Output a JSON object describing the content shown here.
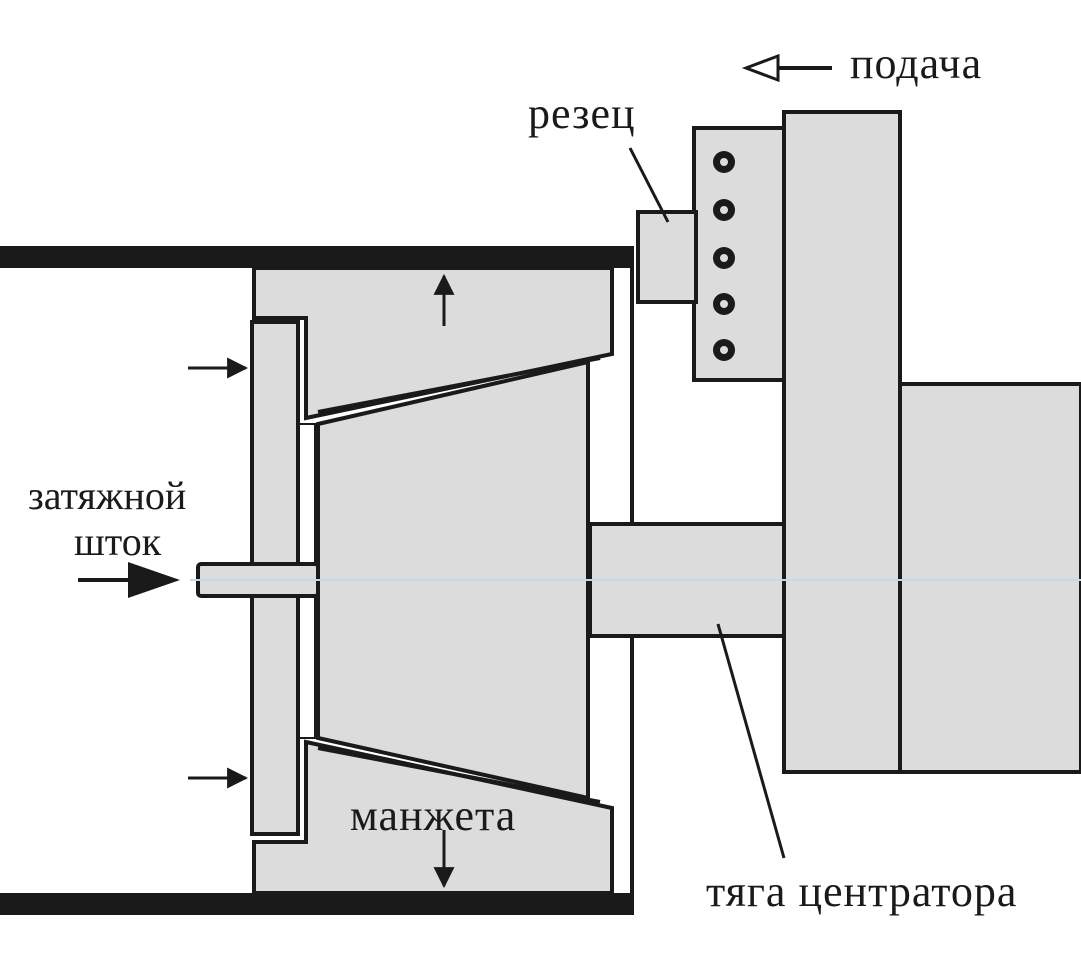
{
  "labels": {
    "feed": "подача",
    "cutter": "резец",
    "drawbar_line1": "затяжной",
    "drawbar_line2": "шток",
    "cuff": "манжета",
    "centering_rod": "тяга центратора"
  },
  "colors": {
    "part_fill": "#dcdcdc",
    "outline": "#1a1a1a",
    "axis_line": "#c9d6e6"
  }
}
